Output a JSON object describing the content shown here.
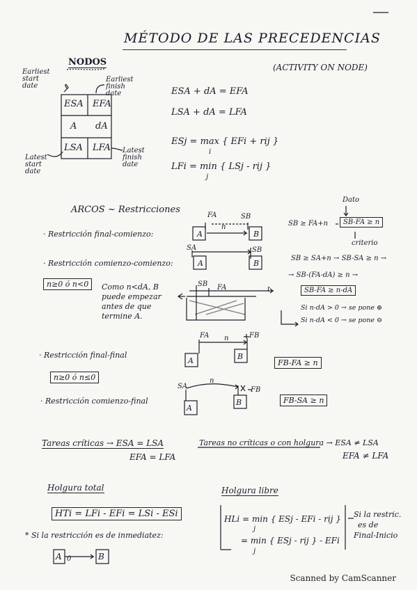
{
  "title": "MÉTODO DE LAS PRECEDENCIAS",
  "subtitle": "(ACTIVITY ON NODE)",
  "nodos": {
    "heading": "NODOS",
    "earliest_start": [
      "Earliest",
      "start",
      "date"
    ],
    "earliest_finish": [
      "Earliest",
      "finish",
      "date"
    ],
    "latest_start": [
      "Latest",
      "start",
      "date"
    ],
    "latest_finish": [
      "Latest",
      "finish",
      "date"
    ],
    "cell_es": "ESA",
    "cell_ef": "EFA",
    "cell_a": "A",
    "cell_da": "dA",
    "cell_ls": "LSA",
    "cell_lf": "LFA",
    "eq1": "ESA + dA = EFA",
    "eq2": "LSA + dA = LFA",
    "eq3": "ESj = max { EFi + rij }",
    "eq4": "LFi = min { LSj - rij }",
    "eq3_sub": "i",
    "eq4_sub": "j"
  },
  "arcos": {
    "heading": "ARCOS ~ Restricciones",
    "r1": "· Restricción final-comienzo:",
    "r2": "· Restricción comienzo-comienzo:",
    "r2_cond": "n≥0 ó n<0",
    "r2_note": [
      "Como n<dA, B",
      "puede empezar",
      "antes de que",
      "termine A."
    ],
    "r3": "· Restricción final-final",
    "r3_cond": "n≥0 ó n≤0",
    "r4": "· Restricción comienzo-final",
    "fc_eq1": "SB ≥ FA+n",
    "fc_eq1_box": "SB-FA ≥ n",
    "fc_dato": "Dato",
    "fc_criterio": "criterio",
    "cc_eq1": "SB ≥ SA+n → SB-SA ≥ n →",
    "cc_eq2": "→ SB-(FA-dA) ≥ n →",
    "cc_box": "SB-FA ≥ n-dA",
    "cc_si1": "Si n-dA > 0 → se pone ⊕",
    "cc_si2": "Si n-dA < 0 → se pone ⊖",
    "ff_box": "FB-FA ≥ n",
    "cf_box": "FB-SA ≥ n",
    "lbl_A": "A",
    "lbl_B": "B",
    "lbl_n": "n",
    "lbl_t": "t",
    "lbl_FA": "FA",
    "lbl_SA": "SA",
    "lbl_SB": "SB",
    "lbl_FB": "FB"
  },
  "tareas": {
    "criticas": "Tareas críticas → ESA = LSA",
    "criticas2": "EFA = LFA",
    "no_criticas": "Tareas no críticas o con holgura → ESA ≠ LSA",
    "no_criticas2": "EFA ≠ LFA"
  },
  "holgura": {
    "total_heading": "Holgura total",
    "total_eq": "HTi = LFi - EFi = LSi - ESi",
    "libre_heading": "Holgura libre",
    "libre_eq1": "HLi = min { ESj - EFi - rij }",
    "libre_eq2": "= min { ESj - rij } - EFi",
    "libre_sub": "j",
    "libre_note": [
      "Si la restric.",
      "es de",
      "Final-Inicio"
    ],
    "nota": "* Si la restricción es de inmediatez:",
    "nota_A": "A",
    "nota_B": "B",
    "nota_d": "0"
  },
  "footer": "Scanned by CamScanner"
}
